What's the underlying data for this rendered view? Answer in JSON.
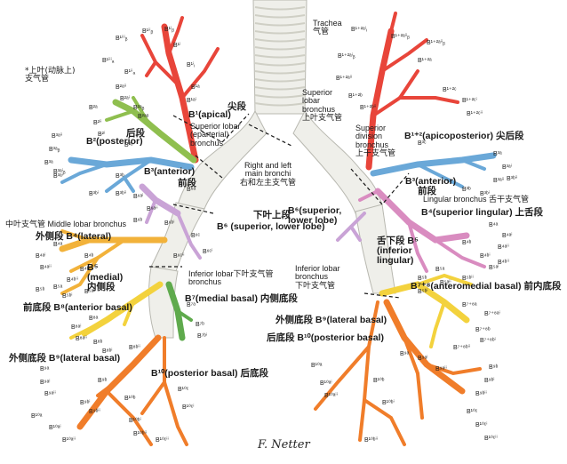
{
  "colors": {
    "trachea": "#eeeeea",
    "trachea_ring": "#c9c9c0",
    "upper_apical": "#e8453a",
    "upper_posterior": "#8fbf4f",
    "upper_anterior": "#6aa8d8",
    "lingula": "#d98cc0",
    "middle_lobe": "#f2b23a",
    "superior_lower": "#c9a3d6",
    "lower_basal": "#f07d2a",
    "medial_basal": "#5faa4d",
    "anterior_basal": "#f3d23d",
    "dashed": "#1a1a1a"
  },
  "labels": {
    "trachea": "Trachea\n气管",
    "upper_lobe_cn": "*上叶(动脉上)\n支气管",
    "sup_lobar_partial": "Superior lobar\n(eparterial)\nbronchus",
    "apical_r": "B¹(apical)",
    "apical_cn": "尖段",
    "posterior_r": "B²(posterior)",
    "posterior_cn": "后段",
    "anterior_r": "B³(anterior)",
    "anterior_cn": "前段",
    "main_bronchi": "Right and left\nmain bronchi\n右和左主支气管",
    "sup_lobar_left": "Superior\nlobar\nbronchus\n上叶支气管",
    "sup_division": "Superior\ndivision\nbronchus\n上干支气管",
    "apicoposterior": "B¹⁺²(apicoposterior) 尖后段",
    "anterior_l": "B³(anterior)",
    "anterior_l_cn": "前段",
    "lingular": "Lingular bronchus 舌干支气管",
    "superior_lingular": "B⁴(superior lingular) 上舌段",
    "inferior_lingular": "舌下段 B⁵\n(inferior\nlingular)",
    "middle_lobar": "中叶支气管 Middle lobar bronchus",
    "lateral_mid": "外侧段 B⁴(lateral)",
    "medial_mid": "B⁵\n(medial)\n内侧段",
    "superior_lower_r": "B⁶ (superior, lower lobe)",
    "superior_lower_r_cn": "下叶上段",
    "superior_lower_l": "B⁶(superior,\nlower lobe)",
    "superior_lower_l_cn": "下叶上段",
    "inferior_lobar_r": "Inferior lobar下叶支气管\nbronchus",
    "inferior_lobar_l": "Inferior lobar\nbronchus\n下叶支气管",
    "medial_basal": "B⁷(medial basal) 内侧底段",
    "anteromedial_basal": "B⁷⁺⁸(anteromedial basal) 前内底段",
    "anterior_basal": "前底段 B⁸(anterior basal)",
    "lateral_basal_r": "外侧底段 B⁹(lateral basal)",
    "lateral_basal_l": "外侧底段 B⁹(lateral basal)",
    "posterior_basal_r": "B¹⁰(posterior basal) 后底段",
    "posterior_basal_l": "后底段 B¹⁰(posterior basal)",
    "signature": "F. Netter"
  },
  "segment_codes": {
    "right_upper": [
      "B¹ⁱⁱⁱᵦ",
      "B¹ⁱⁱᵦ",
      "B¹ⁱⁱⁱₐ",
      "B¹ⁱⁱₐ",
      "B¹ⁱᵦ",
      "B¹ⁱ",
      "B¹ⁱᵢ",
      "B¹ᵃ",
      "B¹ᵃⁱ",
      "B²ᵃⁱⁱ",
      "B²ᵃⁱ",
      "B²ᵃ",
      "B²ᵃᵦ",
      "B²ᵃᵅ",
      "B²ⁱⁱ",
      "B²ⁱ",
      "B²ᵇ",
      "B³ᵃⁱⁱ",
      "B³ᵃᵦ",
      "B³ᵃ",
      "B³ᵃⁱ",
      "B³ᵇ",
      "B³ᵇⁱ",
      "B³ᵇⁱⁱ",
      "B³ᵃⁱᵦ"
    ],
    "left_upper": [
      "B¹⁺²ᵃⁱᵢ",
      "B¹⁺²ᵃⁱⁱᵦ",
      "B¹⁺²ᵃⁱᵦ",
      "B¹⁺²ᵃⁱⁱᵦ",
      "B¹⁺²ᵃⁱⁱ",
      "B¹⁺²ᵃ",
      "B¹⁺²ᵇ",
      "B¹⁺²ᵇⁱⁱ",
      "B¹⁺²ᶜ",
      "B¹⁺²ᶜⁱ",
      "B¹⁺²ᶜⁱⁱ",
      "B³ᶜ",
      "B³ᵃ",
      "B³ᵃⁱ",
      "B³ᵃⁱⁱ",
      "B³ᵇ",
      "B³ᵇⁱ",
      "B³ᵇⁱⁱ"
    ],
    "lingula": [
      "B⁴ᵃ",
      "B⁴ᵃⁱ",
      "B⁴ᵃⁱⁱ",
      "B⁴ᵇ",
      "B⁴ᵇⁱ",
      "B⁴ᵇⁱⁱ",
      "B⁵ᵃ",
      "B⁵ᵇ",
      "B⁵ᵃⁱ",
      "B⁵ᵃⁱⁱ",
      "B⁵ᵇⁱ",
      "B⁵ᵇⁱⁱ"
    ],
    "right_middle": [
      "B⁴ᵃ",
      "B⁴ᵃⁱ",
      "B⁴ᵃⁱⁱ",
      "B⁴ᵇ",
      "B⁴ᵇⁱ",
      "B⁴ᵇⁱⁱ",
      "B⁵ᵃ",
      "B⁵ᵇ",
      "B⁵ᵃⁱ",
      "B⁵ᵇⁱ"
    ],
    "right_superior_lower": [
      "B⁶ᵃ",
      "B⁶ᵃⁱ",
      "B⁶ᵃⁱⁱ",
      "B⁶ᵇ",
      "B⁶ᵇⁱ",
      "B⁶ᶜ",
      "B⁶ᶜⁱ",
      "B⁶ᶜⁱⁱ"
    ],
    "right_basal": [
      "B⁷ᵃ",
      "B⁷ᵇ",
      "B⁷ᵇⁱ",
      "B⁸ᵃ",
      "B⁸ᵃⁱ",
      "B⁸ᵃⁱⁱ",
      "B⁸ᵇ",
      "B⁸ᵇⁱ",
      "B⁸ᵇⁱⁱ",
      "B⁹ᵃ",
      "B⁹ᵃⁱ",
      "B⁹ᵃⁱⁱ",
      "B⁹ᵇ",
      "B⁹ᵇⁱ",
      "B⁹ᵇⁱⁱ",
      "B¹⁰ᵃ",
      "B¹⁰ᵃⁱ",
      "B¹⁰ᵃⁱⁱ",
      "B¹⁰ᵇ",
      "B¹⁰ᵇⁱ",
      "B¹⁰ᵇⁱⁱ",
      "B¹⁰ᶜ",
      "B¹⁰ᶜⁱ",
      "B¹⁰ᶜⁱⁱ"
    ],
    "left_basal": [
      "B⁷⁺⁸ᵃ",
      "B⁷⁺⁸ᵃⁱ",
      "B⁷⁺⁸ᵇ",
      "B⁷⁺⁸ᵇⁱ",
      "B⁷⁺⁸ᵇⁱⁱ",
      "B⁹ᵃ",
      "B⁹ᵃⁱ",
      "B⁹ᵃⁱⁱ",
      "B⁹ᵇ",
      "B⁹ᵇⁱ",
      "B⁹ᵇⁱⁱ",
      "B¹⁰ᵃ",
      "B¹⁰ᵃⁱ",
      "B¹⁰ᵃⁱⁱ",
      "B¹⁰ᵇ",
      "B¹⁰ᵇⁱ",
      "B¹⁰ᵇⁱⁱ",
      "B¹⁰ᶜ",
      "B¹⁰ᶜⁱ",
      "B¹⁰ᶜⁱⁱ"
    ]
  }
}
